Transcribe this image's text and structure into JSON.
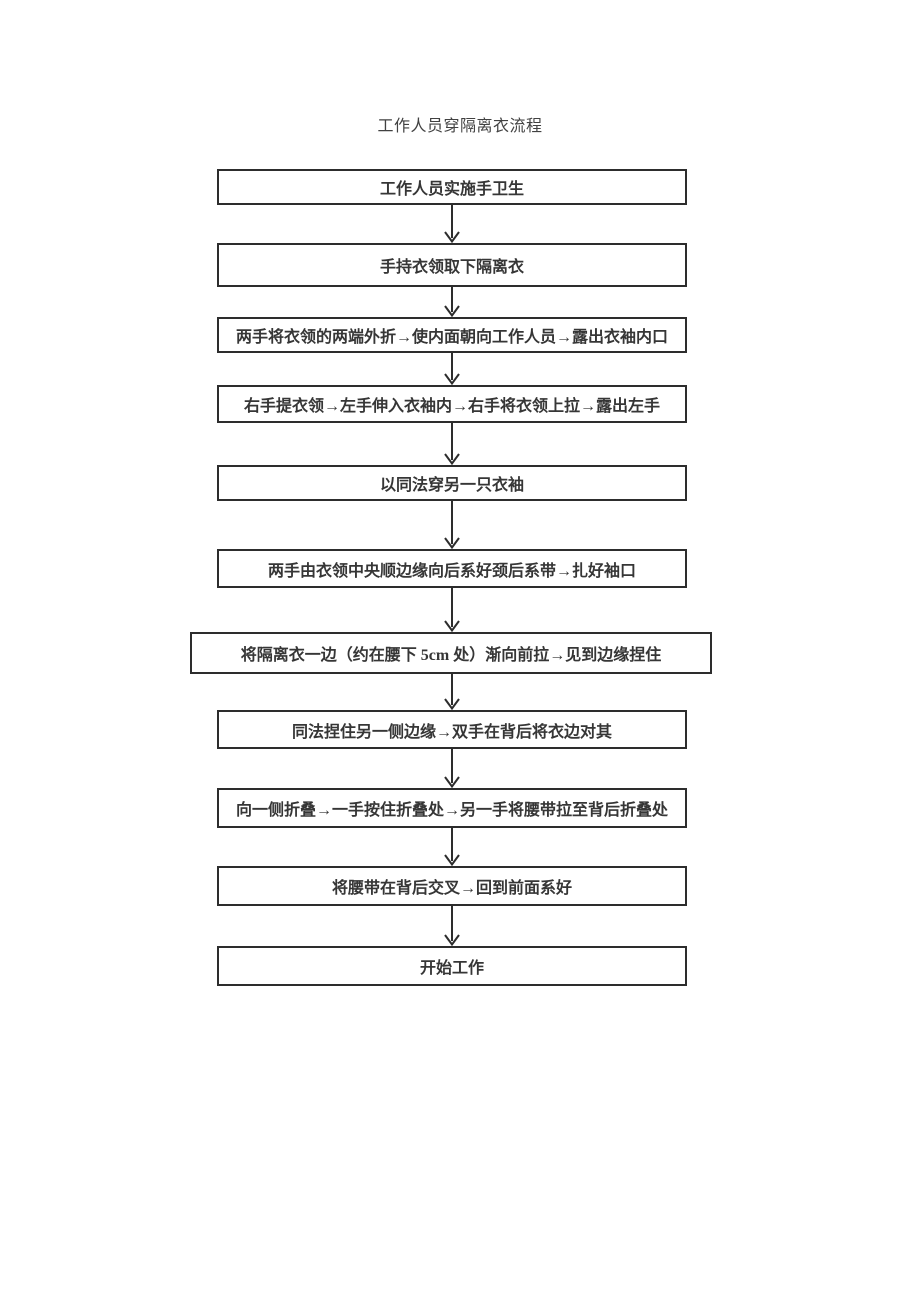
{
  "page": {
    "title": "工作人员穿隔离衣流程"
  },
  "colors": {
    "background": "#ffffff",
    "border_ink": "#2d2d2d",
    "text_ink": "#363636"
  },
  "flowchart": {
    "connector_icon": "down-arrow-icon",
    "steps": [
      {
        "label": "工作人员实施手卫生"
      },
      {
        "label": "手持衣领取下隔离衣"
      },
      {
        "label": "两手将衣领的两端外折→使内面朝向工作人员→露出衣袖内口"
      },
      {
        "label": "右手提衣领→左手伸入衣袖内→右手将衣领上拉→露出左手"
      },
      {
        "label": "以同法穿另一只衣袖"
      },
      {
        "label": "两手由衣领中央顺边缘向后系好颈后系带→扎好袖口"
      },
      {
        "label": "将隔离衣一边（约在腰下 5cm 处）渐向前拉→见到边缘捏住"
      },
      {
        "label": "同法捏住另一侧边缘→双手在背后将衣边对其"
      },
      {
        "label": "向一侧折叠→一手按住折叠处→另一手将腰带拉至背后折叠处"
      },
      {
        "label": "将腰带在背后交叉→回到前面系好"
      },
      {
        "label": "开始工作"
      }
    ]
  }
}
